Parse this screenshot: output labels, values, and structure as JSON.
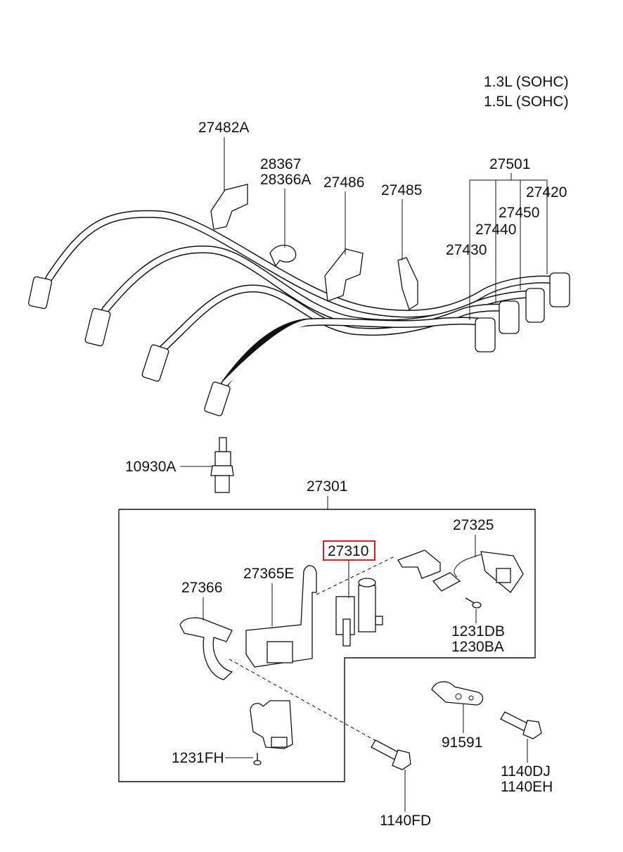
{
  "engine": {
    "line1": "1.3L (SOHC)",
    "line2": "1.5L (SOHC)"
  },
  "labels": {
    "p27482A": "27482A",
    "p28367": "28367",
    "p28366A": "28366A",
    "p27486": "27486",
    "p27485": "27485",
    "p27501": "27501",
    "p27420": "27420",
    "p27450": "27450",
    "p27440": "27440",
    "p27430": "27430",
    "p10930A": "10930A",
    "p27301": "27301",
    "p27325": "27325",
    "p27310": "27310",
    "p27365E": "27365E",
    "p27366": "27366",
    "p1231DB": "1231DB",
    "p1230BA": "1230BA",
    "p91591": "91591",
    "p1231FH": "1231FH",
    "p1140DJ": "1140DJ",
    "p1140EH": "1140EH",
    "p1140FD": "1140FD"
  },
  "highlighted_part": "27310",
  "colors": {
    "highlight": "#d62020",
    "ink": "#111111",
    "background": "#ffffff"
  }
}
